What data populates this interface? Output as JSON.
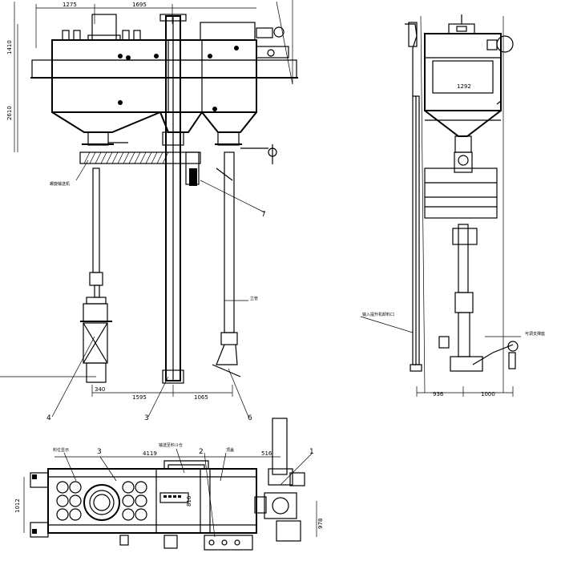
{
  "front_view": {
    "dims": {
      "top_left": "1275",
      "top_right": "1695",
      "left_upper": "1410",
      "left_lower": "2610",
      "bottom_a": "340",
      "bottom_b": "1595",
      "bottom_c": "1065"
    },
    "callouts": [
      "4",
      "3",
      "6",
      "7"
    ],
    "notes": [
      "螺旋输送机",
      "立管"
    ]
  },
  "side_view": {
    "dims": {
      "hopper_w": "1292",
      "bottom_a": "936",
      "bottom_b": "1000"
    },
    "notes": [
      "输入提升机卸料口",
      "可调支撑座"
    ]
  },
  "plan_view": {
    "dims": {
      "top_w": "4119",
      "top_r": "516",
      "left_h": "1012",
      "inner": "816",
      "right_h": "978"
    },
    "callouts": [
      "3",
      "2",
      "1"
    ],
    "notes": [
      "料位显示",
      "输送至料斗仓",
      "顶盖"
    ]
  }
}
